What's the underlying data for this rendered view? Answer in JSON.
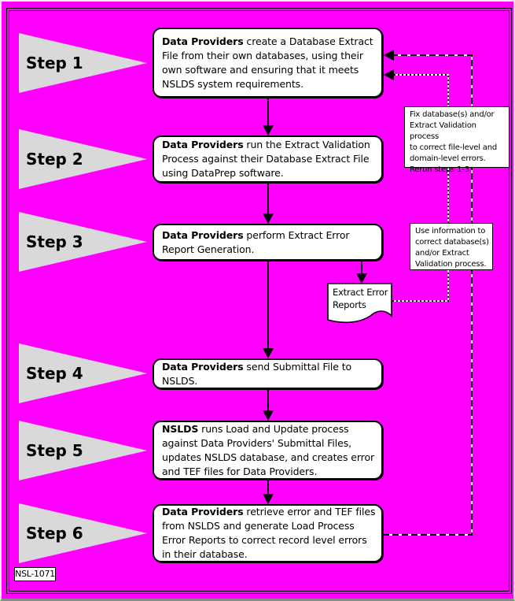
{
  "diagram": {
    "footer_label": "NSL-1071",
    "colors": {
      "background": "#ff00ff",
      "triangle_fill": "#d9d9d9",
      "box_fill": "#ffffff",
      "line": "#000000"
    },
    "steps": [
      {
        "label": "Step 1",
        "actor": "Data Providers",
        "text": " create a Database Extract File from their own databases, using their own software and ensuring that it meets NSLDS system requirements."
      },
      {
        "label": "Step 2",
        "actor": "Data Providers",
        "text": " run the Extract Validation Process against their Database Extract File using DataPrep software."
      },
      {
        "label": "Step 3",
        "actor": "Data Providers",
        "text": " perform Extract Error Report Generation."
      },
      {
        "label": "Step 4",
        "actor": "Data Providers",
        "text": " send Submittal File to NSLDS."
      },
      {
        "label": "Step 5",
        "actor": "NSLDS",
        "text": " runs Load and Update process against Data Providers' Submittal Files, updates NSLDS database, and creates error and TEF files for Data Providers."
      },
      {
        "label": "Step 6",
        "actor": "Data Providers",
        "text": " retrieve error and TEF files from NSLDS and generate Load Process Error Reports to correct record level errors in their database."
      }
    ],
    "document_shape": {
      "label": "Extract Error\nReports"
    },
    "callouts": {
      "fix": "Fix database(s) and/or\nExtract Validation process\nto correct file-level and\ndomain-level errors.\nRerun steps 1-3.",
      "use": "Use information to\ncorrect database(s)\nand/or Extract\nValidation process."
    }
  }
}
